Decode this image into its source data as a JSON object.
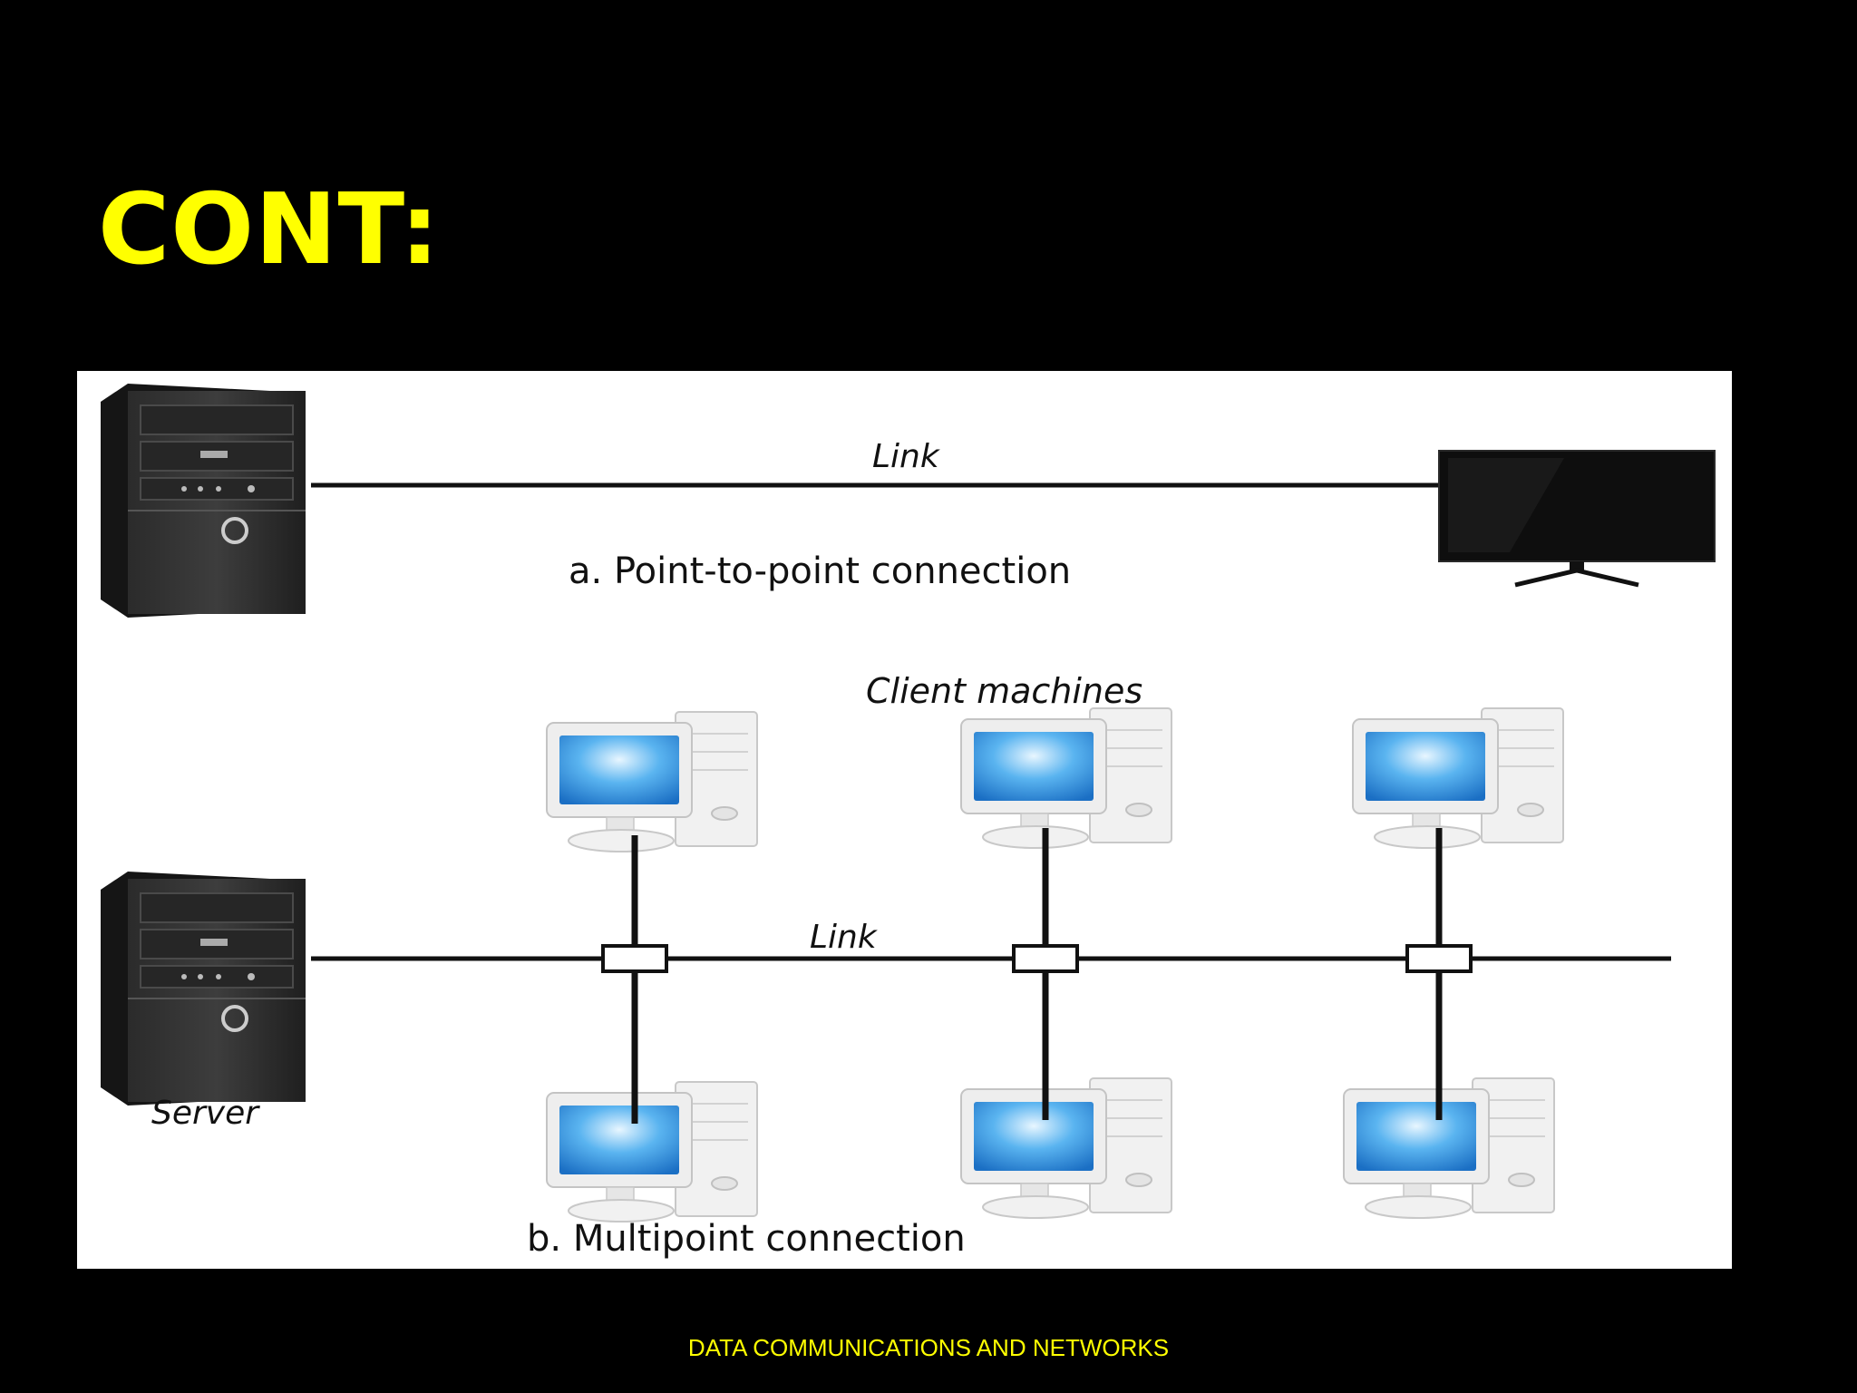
{
  "slide": {
    "title": "CONT:",
    "footer": "DATA COMMUNICATIONS AND NETWORKS"
  },
  "diagram": {
    "point_to_point": {
      "link_label": "Link",
      "caption": "a. Point-to-point connection"
    },
    "multipoint": {
      "clients_label": "Client machines",
      "link_label": "Link",
      "server_label": "Server",
      "caption": "b. Multipoint connection"
    }
  }
}
